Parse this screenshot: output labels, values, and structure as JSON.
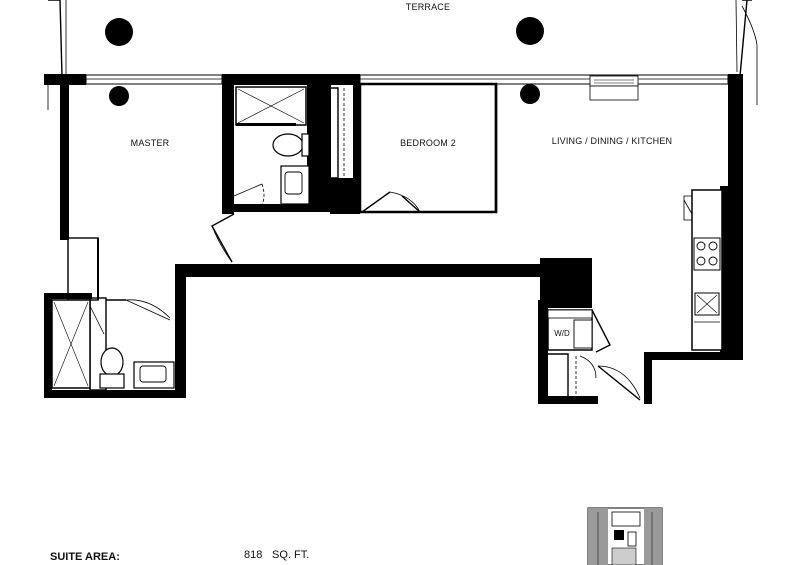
{
  "rooms": {
    "terrace": "TERRACE",
    "master": "MASTER",
    "bedroom2": "BEDROOM 2",
    "living": "LIVING / DINING / KITCHEN",
    "laundry": "W/D"
  },
  "suite_area": {
    "label": "SUITE AREA:",
    "value": "818",
    "unit": "SQ. FT."
  }
}
